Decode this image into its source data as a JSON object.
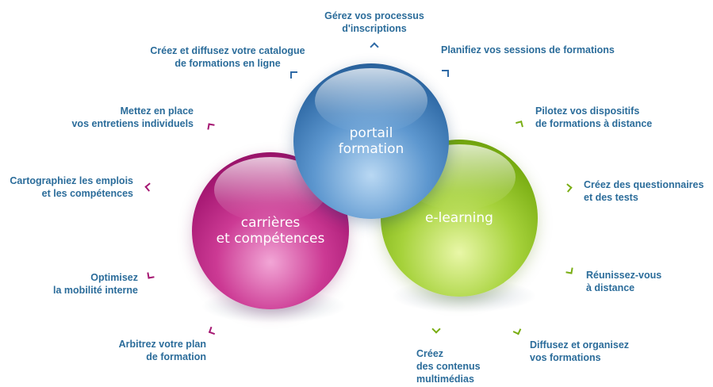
{
  "colors": {
    "label_text": "#2b6c9a",
    "portail": "#2f6aa6",
    "carrieres": "#b0207a",
    "elearning": "#7fb51a"
  },
  "spheres": {
    "portail": "portail\nformation",
    "carrieres": "carrières\net compétences",
    "elearning": "e-learning"
  },
  "labels": {
    "inscriptions": "Gérez vos processus\nd'inscriptions",
    "catalogue": "Créez et diffusez votre catalogue\nde formations en ligne",
    "planifiez": "Planifiez vos sessions de formations",
    "entretiens": "Mettez en place\nvos entretiens individuels",
    "pilotez": "Pilotez vos dispositifs\nde formations à distance",
    "cartographiez": "Cartographiez les emplois\net les compétences",
    "questionnaires": "Créez des questionnaires\net des tests",
    "mobilite": "Optimisez\nla mobilité interne",
    "reunissez": "Réunissez-vous\nà distance",
    "arbitrez": "Arbitrez votre plan\nde formation",
    "contenus": "Créez\ndes contenus\nmultimédias",
    "diffusez": "Diffusez et organisez\nvos formations"
  }
}
